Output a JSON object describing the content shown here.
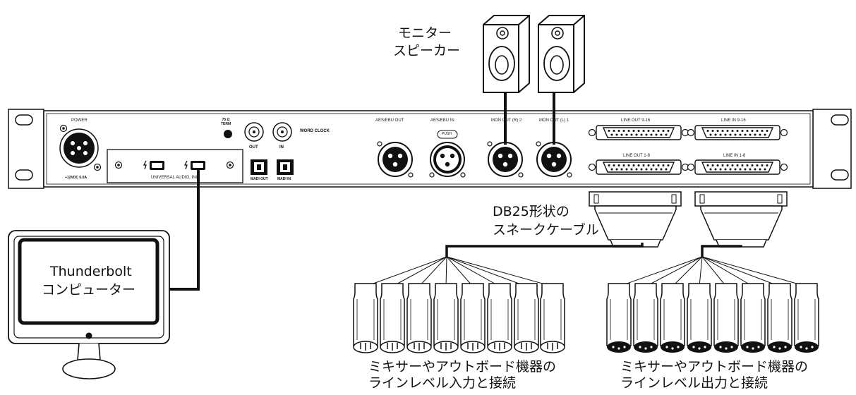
{
  "labels": {
    "monitor_speakers_line1": "モニター",
    "monitor_speakers_line2": "スピーカー",
    "computer_line1": "Thunderbolt",
    "computer_line2": "コンピューター",
    "snake_line1": "DB25形状の",
    "snake_line2": "スネークケーブル",
    "input_group_line1": "ミキサーやアウトボード機器の",
    "input_group_line2": "ラインレベル入力と接続",
    "output_group_line1": "ミキサーやアウトボード機器の",
    "output_group_line2": "ラインレベル出力と接続"
  },
  "panel": {
    "power": "POWER",
    "power_spec": "+12VDC 6.0A",
    "term": "75 Ω\nTERM",
    "word_clock": "WORD CLOCK",
    "wc_out": "OUT",
    "wc_in": "IN",
    "madi_out": "MADI OUT",
    "madi_in": "MADI IN",
    "ua_name": "UNIVERSAL AUDIO, INC.",
    "aes_out": "AES/EBU OUT",
    "aes_in": "AES/EBU IN",
    "push": "PUSH",
    "mon_r": "MON OUT (R) 2",
    "mon_l": "MON OUT (L) 1",
    "line_out_9_16": "LINE OUT 9-16",
    "line_in_9_16": "LINE IN 9-16",
    "line_out_1_8": "LINE OUT 1-8",
    "line_in_1_8": "LINE IN 1-8"
  }
}
